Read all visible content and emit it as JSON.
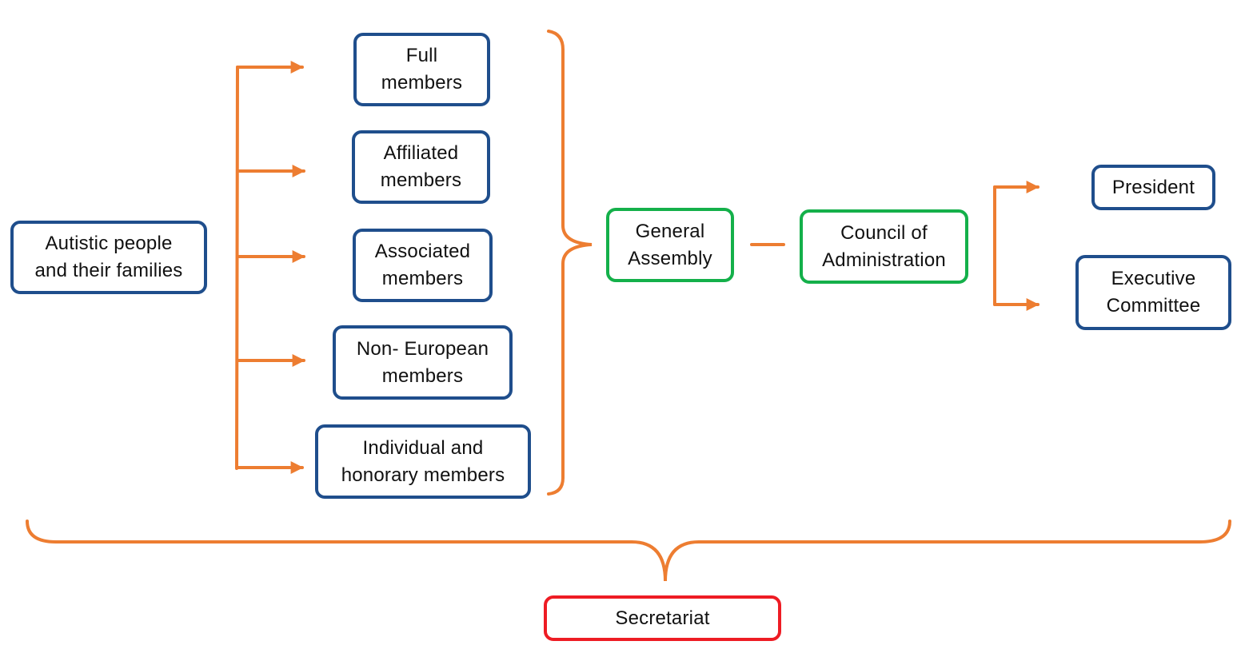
{
  "colors": {
    "member_border": "#1f4e8c",
    "governance_border": "#14b04a",
    "secretariat_border": "#ee1c24",
    "connector": "#ed7d31"
  },
  "nodes": {
    "autistic": "Autistic people\nand their families",
    "full": "Full\nmembers",
    "affiliated": "Affiliated\nmembers",
    "associated": "Associated\nmembers",
    "non_european": "Non- European\nmembers",
    "individual": "Individual and\nhonorary members",
    "general_assembly": "General\nAssembly",
    "council": "Council of\nAdministration",
    "president": "President",
    "executive": "Executive\nCommittee",
    "secretariat": "Secretariat"
  }
}
